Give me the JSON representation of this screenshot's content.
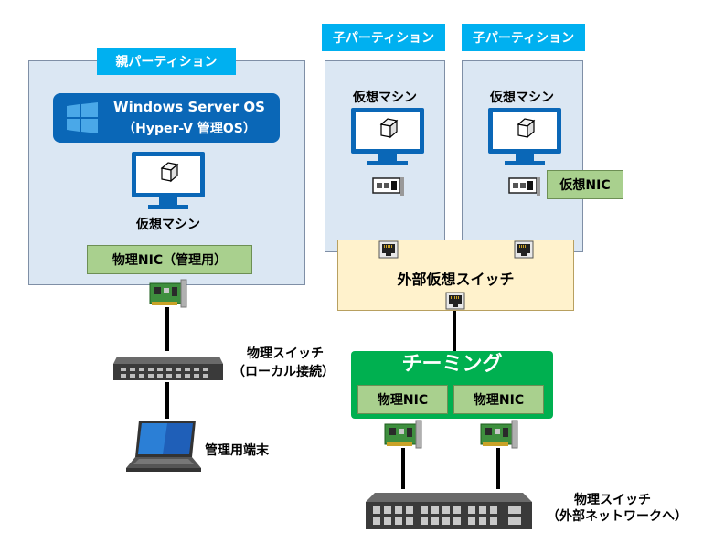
{
  "parent": {
    "tag": "親パーティション",
    "os_line1": "Windows Server OS",
    "os_line2": "（Hyper-V 管理OS）",
    "vm_label": "仮想マシン",
    "nic_label": "物理NIC（管理用）"
  },
  "children": [
    {
      "tag": "子パーティション",
      "vm_label": "仮想マシン"
    },
    {
      "tag": "子パーティション",
      "vm_label": "仮想マシン"
    }
  ],
  "virtual_nic_label": "仮想NIC",
  "external_vswitch_label": "外部仮想スイッチ",
  "teaming": {
    "title": "チーミング",
    "nics": [
      "物理NIC",
      "物理NIC"
    ]
  },
  "local_switch": {
    "line1": "物理スイッチ",
    "line2": "（ローカル接続）"
  },
  "terminal_label": "管理用端末",
  "external_switch": {
    "line1": "物理スイッチ",
    "line2": "（外部ネットワークへ）"
  },
  "colors": {
    "partition_bg": "#dbe7f3",
    "tag_bg": "#00b0f0",
    "nic_box_bg": "#a9d08e",
    "vswitch_bg": "#fff2cc",
    "teaming_bg": "#00b050",
    "os_bg": "#0a67b7"
  }
}
